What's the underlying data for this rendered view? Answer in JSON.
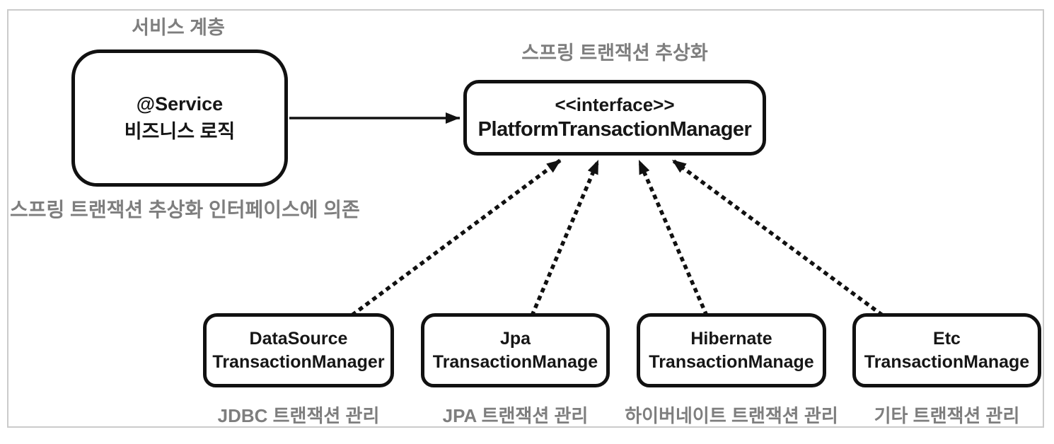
{
  "diagram": {
    "service_layer_label": "서비스 계층",
    "abstraction_label": "스프링 트랜잭션 추상화",
    "dependency_note": "스프링 트랜잭션 추상화 인터페이스에 의존",
    "service_box": {
      "annotation": "@Service",
      "name": "비즈니스 로직"
    },
    "interface_box": {
      "stereotype": "<<interface>>",
      "name": "PlatformTransactionManager"
    },
    "implementations": [
      {
        "line1": "DataSource",
        "line2": "TransactionManager",
        "caption": "JDBC 트랜잭션 관리"
      },
      {
        "line1": "Jpa",
        "line2": "TransactionManage",
        "caption": "JPA 트랜잭션 관리"
      },
      {
        "line1": "Hibernate",
        "line2": "TransactionManage",
        "caption": "하이버네이트 트랜잭션 관리"
      },
      {
        "line1": "Etc",
        "line2": "TransactionManage",
        "caption": "기타 트랜잭션 관리"
      }
    ],
    "colors": {
      "label_gray": "#7e7e7e",
      "box_border": "#111111",
      "text_black": "#161616",
      "frame_border": "#cbcbcb",
      "background": "#ffffff"
    }
  }
}
